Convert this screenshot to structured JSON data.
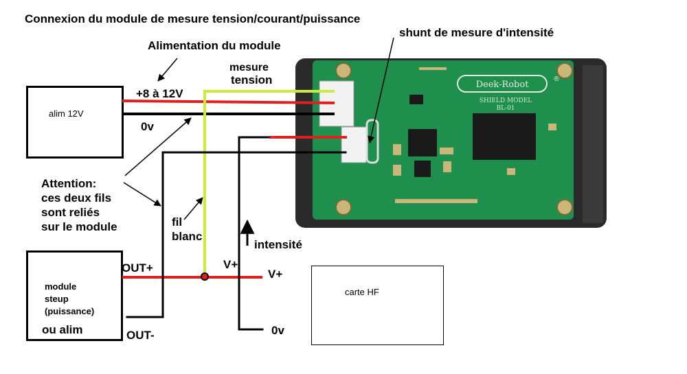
{
  "title": "Connexion du module de mesure tension/courant/puissance",
  "labels": {
    "shunt": "shunt de mesure d'intensité",
    "alimentation_module": "Alimentation du module",
    "mesure": "mesure",
    "tension": "tension",
    "plus_8_12v": "+8 à 12V",
    "zero_v_top": "0v",
    "attention": [
      "Attention:",
      "ces deux fils",
      "sont reliés",
      "sur le module"
    ],
    "fil_blanc": [
      "fil",
      "blanc"
    ],
    "intensite": "intensité",
    "out_plus": "OUT+",
    "out_minus": "OUT-",
    "v_plus_1": "V+",
    "v_plus_2": "V+",
    "zero_v_bottom": "0v",
    "ou_alim": "ou alim"
  },
  "boxes": {
    "alim": "alim 12V",
    "module_lines": [
      "module",
      "steup",
      "(puissance)"
    ],
    "carte_hf": "carte HF"
  },
  "board": {
    "brand": "Deek-Robot",
    "registered": "®",
    "model_line1": "SHIELD MODEL",
    "model_line2": "BL-01"
  },
  "colors": {
    "red_wire": "#e02020",
    "black_wire": "#000000",
    "yellow_wire": "#c9ec3a",
    "pcb_green": "#1f8f4d",
    "enclosure": "#2a2a2a",
    "connector": "#f2f2f2"
  }
}
